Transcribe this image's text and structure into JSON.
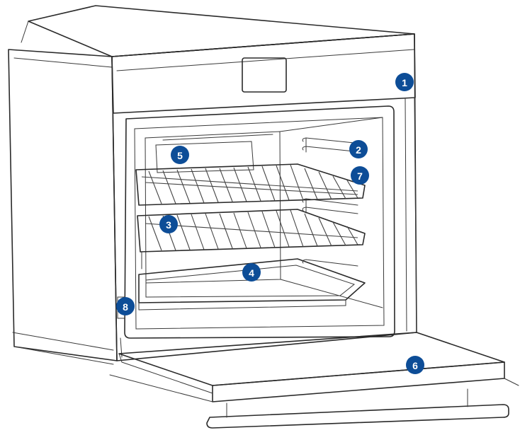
{
  "colors": {
    "callout_fill": "#0d4d97",
    "callout_text": "#ffffff",
    "line": "#2a2a2a",
    "background": "#ffffff"
  },
  "callouts": [
    {
      "label": "1",
      "part": "control-panel"
    },
    {
      "label": "2",
      "part": "shelf-guide-rails"
    },
    {
      "label": "3",
      "part": "lower-wire-rack"
    },
    {
      "label": "4",
      "part": "baking-tray"
    },
    {
      "label": "5",
      "part": "rear-panel"
    },
    {
      "label": "6",
      "part": "oven-door"
    },
    {
      "label": "7",
      "part": "upper-wire-rack"
    },
    {
      "label": "8",
      "part": "door-hinge"
    }
  ]
}
